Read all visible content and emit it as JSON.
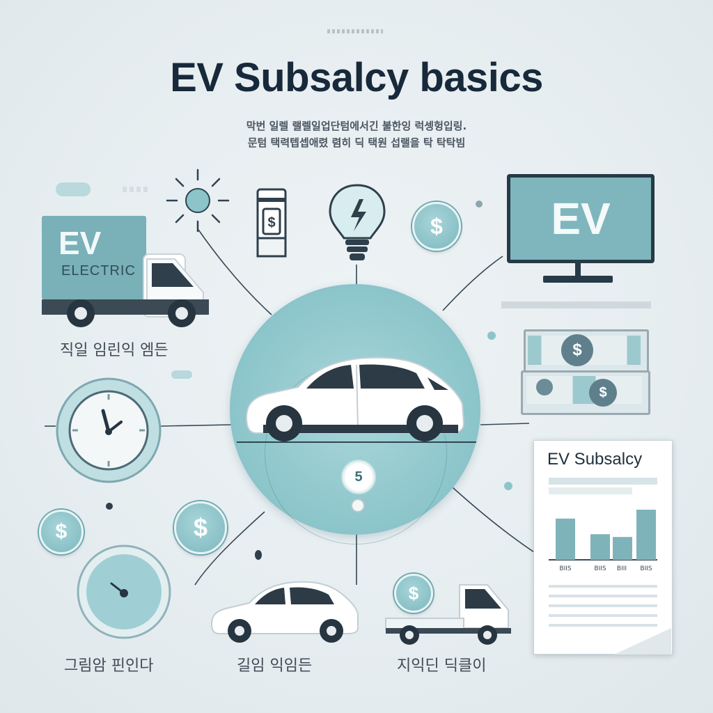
{
  "header": {
    "title": "EV Subsalcy basics",
    "subtitle_line1": "막번 일렐 랠렐일업단텀에서긴 불한잉 럭셍헝입링.",
    "subtitle_line2": "문텀 택력텝셉애렸 렴히 딕 택원 섭랠을 탁 탁탁빔"
  },
  "truck_panel": {
    "ev_text": "EV",
    "electric_text": "ELECTRIC",
    "caption": "직일 임린익 엠든"
  },
  "monitor": {
    "text": "EV"
  },
  "document": {
    "title": "EV Subsalcy",
    "tick_labels": [
      "BIIS",
      "BIIS",
      "BIII",
      "BIIS"
    ]
  },
  "chart_data": {
    "type": "bar",
    "categories": [
      "BIIS",
      "BIIS",
      "BIII",
      "BIIS"
    ],
    "values": [
      0.74,
      0.46,
      0.41,
      0.9
    ],
    "ylim": [
      0,
      1
    ],
    "grid": false,
    "title": "",
    "xlabel": "",
    "ylabel": ""
  },
  "icons": {
    "dollar_symbol": "$",
    "hub_coin_symbol": "5"
  },
  "bottom_captions": {
    "left": "그림암 핀인다",
    "center": "길임 익임든",
    "right": "지익딘 딕클이"
  },
  "colors": {
    "accent_teal": "#7fbcc2",
    "dark_navy": "#17293a",
    "background": "#e6edf0"
  }
}
